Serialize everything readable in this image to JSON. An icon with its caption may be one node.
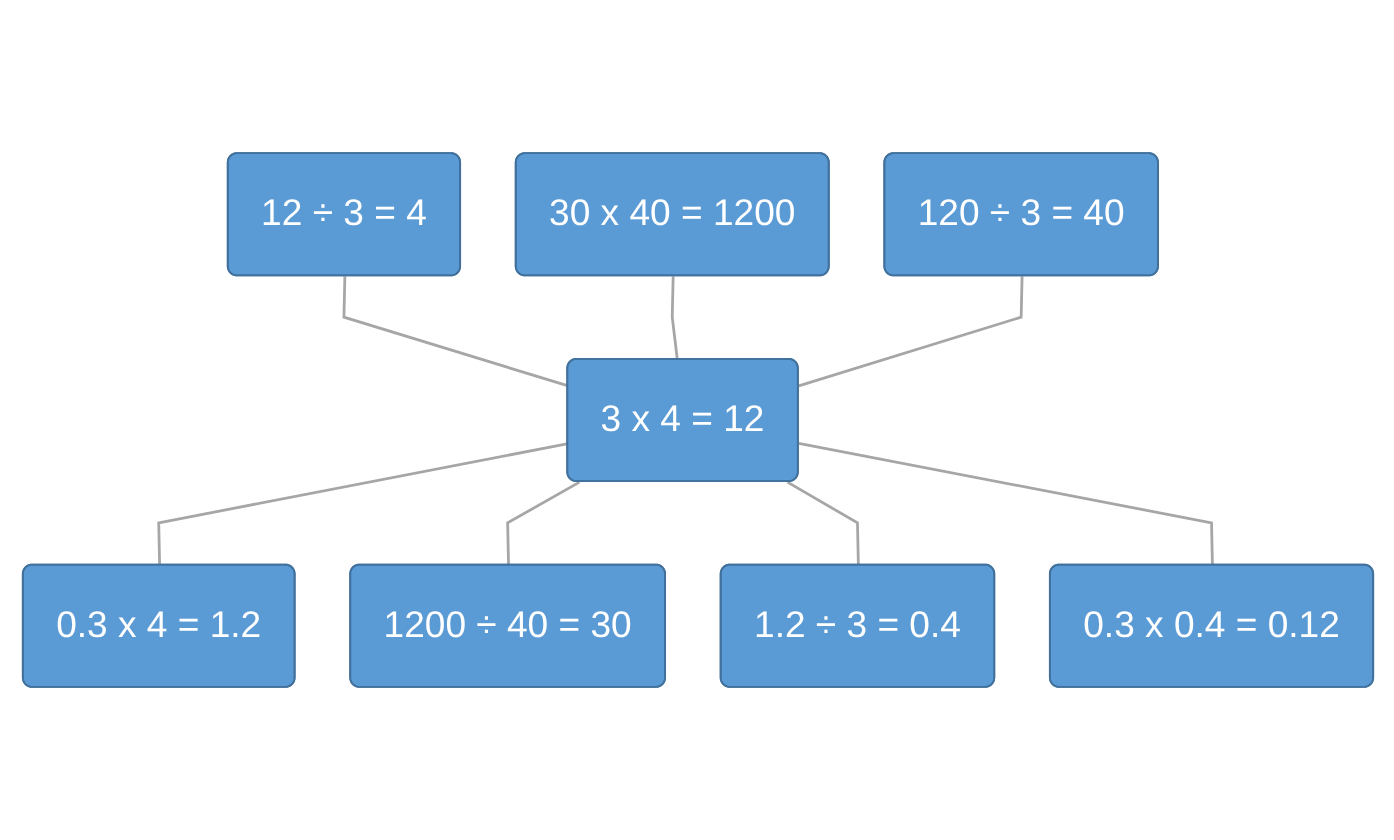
{
  "diagram": {
    "nodes": [
      {
        "text": [
          "12 ÷ 3 = 4"
        ]
      },
      {
        "text": [
          "30 x 40 = 1200"
        ]
      },
      {
        "text": [
          "120 ÷ 3 = 40"
        ]
      },
      {
        "text": [
          "3 x 4 = 12"
        ]
      },
      {
        "text": [
          "0.3 x 4 = 1.2"
        ]
      },
      {
        "text": [
          "1200 ÷ 40 = 30"
        ]
      },
      {
        "text": [
          "1.2 ÷ 3 = 0.4"
        ]
      },
      {
        "text": [
          "0.3 x 0.4 = 0.12"
        ]
      }
    ],
    "edges": [
      {
        "from": 0,
        "to": 3,
        "arrow": "none"
      },
      {
        "from": 1,
        "to": 3,
        "arrow": "none"
      },
      {
        "from": 2,
        "to": 3,
        "arrow": "none"
      },
      {
        "from": 3,
        "to": 4,
        "arrow": "none"
      },
      {
        "from": 3,
        "to": 5,
        "arrow": "none"
      },
      {
        "from": 3,
        "to": 6,
        "arrow": "none"
      },
      {
        "from": 3,
        "to": 7,
        "arrow": "none"
      }
    ]
  }
}
